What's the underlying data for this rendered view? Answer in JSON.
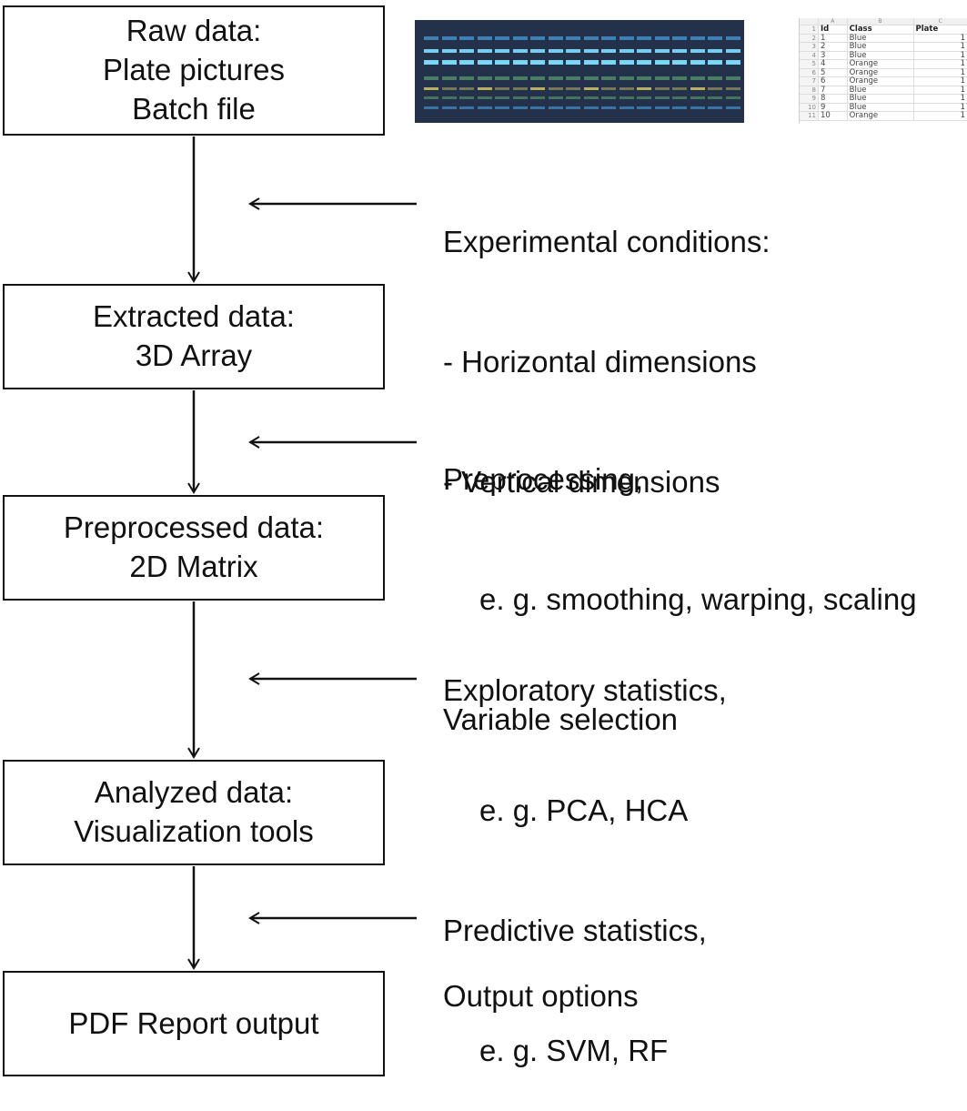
{
  "boxes": {
    "raw": [
      "Raw data:",
      "Plate pictures",
      "Batch file"
    ],
    "extracted": [
      "Extracted data:",
      "3D Array"
    ],
    "preprocessed": [
      "Preprocessed data:",
      "2D Matrix"
    ],
    "analyzed": [
      "Analyzed data:",
      "Visualization tools"
    ],
    "report": [
      "PDF Report output"
    ]
  },
  "annotations": {
    "experimental": [
      "Experimental conditions:",
      "- Horizontal dimensions",
      "- Vertical dimensions"
    ],
    "preprocessing": [
      "Preprocessing,",
      "e. g. smoothing, warping, scaling",
      "Variable selection"
    ],
    "statistics": [
      "Exploratory statistics,",
      "e. g. PCA, HCA",
      "Predictive statistics,",
      "e. g. SVM, RF"
    ],
    "output": [
      "Output options"
    ]
  },
  "batch_file": {
    "col_letters": [
      "A",
      "B",
      "C"
    ],
    "headers": [
      "Id",
      "Class",
      "Plate"
    ],
    "rows": [
      [
        "1",
        "Blue",
        "1"
      ],
      [
        "2",
        "Blue",
        "1"
      ],
      [
        "3",
        "Blue",
        "1"
      ],
      [
        "4",
        "Orange",
        "1"
      ],
      [
        "5",
        "Orange",
        "1"
      ],
      [
        "6",
        "Orange",
        "1"
      ],
      [
        "7",
        "Blue",
        "1"
      ],
      [
        "8",
        "Blue",
        "1"
      ],
      [
        "9",
        "Blue",
        "1"
      ],
      [
        "10",
        "Orange",
        "1"
      ]
    ]
  },
  "colors": {
    "plate_background": "#24314a",
    "band_blue": "#4fb8ff",
    "band_cyan": "#7ee0ff",
    "band_yellow": "#c8c060",
    "band_green": "#5aa070"
  }
}
